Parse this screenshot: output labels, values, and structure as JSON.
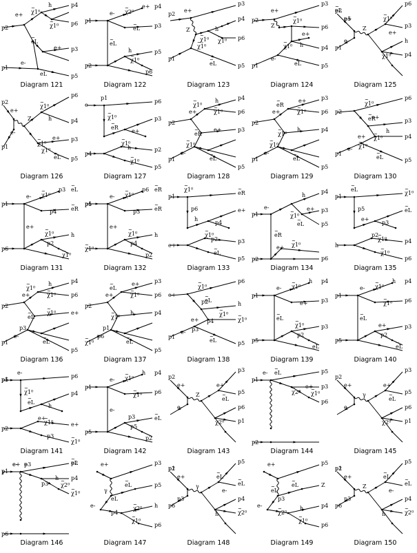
{
  "diagrams": [
    {
      "caption": "Diagram 121",
      "type": "A",
      "labels": [
        "p2",
        "e+",
        "χ1⁰",
        "h",
        "p4",
        "χ1⁰",
        "p6",
        "eL",
        "e+",
        "p3",
        "e-",
        "eL",
        "p5",
        "p1"
      ]
    },
    {
      "caption": "Diagram 122",
      "type": "B",
      "labels": [
        "p1",
        "e-",
        "χ2⁰",
        "e+",
        "p4",
        "eL",
        "p3",
        "eL",
        "h",
        "p5",
        "χ1⁰",
        "p6",
        "p2"
      ]
    },
    {
      "caption": "Diagram 123",
      "type": "C",
      "labels": [
        "p2",
        "e+",
        "p3",
        "Z",
        "χ1⁰",
        "h",
        "p4",
        "χ1⁰",
        "p6",
        "χ1⁰",
        "p1",
        "eL",
        "p5"
      ]
    },
    {
      "caption": "Diagram 124",
      "type": "D",
      "labels": [
        "p2",
        "e+",
        "p3",
        "Z",
        "χ1⁰",
        "p6",
        "e+",
        "h",
        "χ1⁰",
        "p4",
        "p1",
        "e-",
        "eL",
        "p5"
      ]
    },
    {
      "caption": "Diagram 125",
      "type": "E",
      "labels": [
        "p2",
        "e+",
        "Z",
        "χ1⁰",
        "p6",
        "e+",
        "p3",
        "e-",
        "χ1⁰",
        "h",
        "p4",
        "p1",
        "eL",
        "p5"
      ]
    },
    {
      "caption": "Diagram 126",
      "type": "F",
      "labels": [
        "p2",
        "e+",
        "χ1⁰",
        "p6",
        "Z",
        "h",
        "p4",
        "e-",
        "χ1⁰",
        "e+",
        "p3",
        "p1",
        "χ1⁰",
        "eL",
        "p5"
      ]
    },
    {
      "caption": "Diagram 127",
      "type": "G",
      "labels": [
        "e-",
        "p1",
        "χ1⁰",
        "p6",
        "eR",
        "e+",
        "p3",
        "χ1⁰",
        "h",
        "p4",
        "p2",
        "χ1⁰",
        "p5"
      ]
    },
    {
      "caption": "Diagram 128",
      "type": "H",
      "labels": [
        "e+",
        "χ1⁰",
        "h",
        "p4",
        "p2",
        "χ1⁰",
        "p6",
        "eR",
        "e+",
        "p3",
        "χ1⁰",
        "p1",
        "e-",
        "eL",
        "p5"
      ]
    },
    {
      "caption": "Diagram 129",
      "type": "H",
      "labels": [
        "e+",
        "eR",
        "e+",
        "p3",
        "p2",
        "χ1⁰",
        "p6",
        "χ1⁰",
        "h",
        "p4",
        "χ1⁰",
        "p1",
        "e-",
        "eL",
        "p5"
      ]
    },
    {
      "caption": "Diagram 130",
      "type": "I",
      "labels": [
        "p2",
        "χ1⁰",
        "p6",
        "eR",
        "e+",
        "p3",
        "χ1⁰",
        "h",
        "p4",
        "e+",
        "χ1⁰",
        "p1",
        "e-",
        "eL",
        "p5"
      ]
    },
    {
      "caption": "Diagram 131",
      "type": "B",
      "labels": [
        "p1",
        "e-",
        "χ1⁰",
        "p3",
        "eL",
        "p4",
        "eR",
        "e+",
        "χ1⁰",
        "h",
        "p2",
        "χ1⁰",
        "p6"
      ]
    },
    {
      "caption": "Diagram 132",
      "type": "B",
      "labels": [
        "p1",
        "e-",
        "χ1⁰",
        "p6",
        "eR",
        "p3",
        "eR",
        "e+",
        "χ1⁰",
        "h",
        "p4",
        "p2",
        "χ1⁰",
        "p5"
      ]
    },
    {
      "caption": "Diagram 133",
      "type": "G",
      "labels": [
        "p1",
        "χ1⁰",
        "p6",
        "eR",
        "h",
        "p4",
        "e+",
        "χ1⁰",
        "p2",
        "e+",
        "p3",
        "eL",
        "p5"
      ]
    },
    {
      "caption": "Diagram 134",
      "type": "J",
      "labels": [
        "e-",
        "h",
        "p4",
        "p1",
        "χ1⁰",
        "e+",
        "p3",
        "eR",
        "eL",
        "p5",
        "e+",
        "χ1⁰",
        "p2",
        "p6"
      ]
    },
    {
      "caption": "Diagram 135",
      "type": "G",
      "labels": [
        "p1",
        "eL",
        "p5",
        "χ1⁰",
        "e+",
        "p3",
        "eL",
        "p2",
        "χ1⁰",
        "h",
        "p4",
        "χ1⁰",
        "p6"
      ]
    },
    {
      "caption": "Diagram 136",
      "type": "H",
      "labels": [
        "e+",
        "χ1⁰",
        "h",
        "p4",
        "p2",
        "χ1⁰",
        "p6",
        "eL",
        "χ1⁰",
        "e+",
        "p3",
        "p1",
        "e-",
        "eL",
        "p5"
      ]
    },
    {
      "caption": "Diagram 137",
      "type": "H",
      "labels": [
        "e+",
        "eL",
        "e+",
        "p3",
        "p2",
        "χ1⁰",
        "p6",
        "χ1⁰",
        "h",
        "p4",
        "p1",
        "χ1⁰",
        "p6",
        "eL",
        "p5"
      ]
    },
    {
      "caption": "Diagram 138",
      "type": "I",
      "labels": [
        "e+",
        "χ1⁰",
        "p6",
        "p2",
        "eL",
        "h",
        "p4",
        "χ1⁰",
        "χ1⁰",
        "e+",
        "p3",
        "p1",
        "e-",
        "eL",
        "p5"
      ]
    },
    {
      "caption": "Diagram 139",
      "type": "B",
      "labels": [
        "p1",
        "e-",
        "χ1⁰",
        "h",
        "p4",
        "e+",
        "p3",
        "eL",
        "χ1⁰",
        "p3",
        "p2",
        "eL",
        "p5"
      ]
    },
    {
      "caption": "Diagram 140",
      "type": "B",
      "labels": [
        "p1",
        "e-",
        "χ1⁰",
        "h",
        "p4",
        "χ1⁰",
        "p6",
        "eL",
        "e+",
        "p3",
        "p2",
        "eL",
        "p5"
      ]
    },
    {
      "caption": "Diagram 141",
      "type": "G",
      "labels": [
        "p1",
        "e-",
        "χ1⁰",
        "p6",
        "eL",
        "h",
        "p4",
        "e+",
        "χ1⁰",
        "p2",
        "e+",
        "p3",
        "χ1⁰",
        "p5"
      ]
    },
    {
      "caption": "Diagram 142",
      "type": "B",
      "labels": [
        "p1",
        "e-",
        "χ1⁰",
        "h",
        "p4",
        "χ1⁰",
        "p6",
        "e-",
        "p3",
        "eL",
        "p5",
        "p2",
        "p5"
      ]
    },
    {
      "caption": "Diagram 143",
      "type": "E",
      "labels": [
        "p2",
        "e+",
        "Z",
        "e+",
        "p3",
        "eL",
        "p5",
        "e-",
        "χ2⁰",
        "p6",
        "p1"
      ]
    },
    {
      "caption": "Diagram 144",
      "type": "K",
      "labels": [
        "p1",
        "e-",
        "eL",
        "p5",
        "χ2⁰",
        "e+",
        "p3",
        "χ1⁰",
        "p6",
        "p2"
      ]
    },
    {
      "caption": "Diagram 145",
      "type": "E",
      "labels": [
        "p2",
        "e+",
        "γ",
        "e+",
        "p3",
        "eL",
        "p5",
        "e-",
        "χ2⁰",
        "p6",
        "p1"
      ]
    },
    {
      "caption": "Diagram 146",
      "type": "K",
      "labels": [
        "p1",
        "e-",
        "e",
        "eL",
        "p3",
        "h",
        "p4",
        "χ2⁰",
        "χ1⁰",
        "p6",
        "γ",
        "e+",
        "p3",
        "p2"
      ]
    },
    {
      "caption": "Diagram 147",
      "type": "L",
      "labels": [
        "e+",
        "p3",
        "eL",
        "p5",
        "γ",
        "eL",
        "e-",
        "χ2⁰",
        "h",
        "p4",
        "χ1⁰",
        "p6"
      ]
    },
    {
      "caption": "Diagram 148",
      "type": "E",
      "labels": [
        "p2",
        "e+",
        "γ",
        "eL",
        "p5",
        "e-",
        "eL",
        "p3",
        "h",
        "p4",
        "χ2⁰",
        "p6",
        "p1"
      ]
    },
    {
      "caption": "Diagram 149",
      "type": "L",
      "labels": [
        "e+",
        "p5",
        "eL",
        "Z",
        "eL",
        "p3",
        "e-",
        "h",
        "p4",
        "χ2⁰",
        "χ1⁰",
        "p6"
      ]
    },
    {
      "caption": "Diagram 150",
      "type": "E",
      "labels": [
        "p2",
        "e+",
        "Z",
        "eL",
        "p5",
        "e-",
        "eL",
        "p3",
        "h",
        "p4",
        "χ2⁰",
        "p6",
        "p1"
      ]
    }
  ]
}
